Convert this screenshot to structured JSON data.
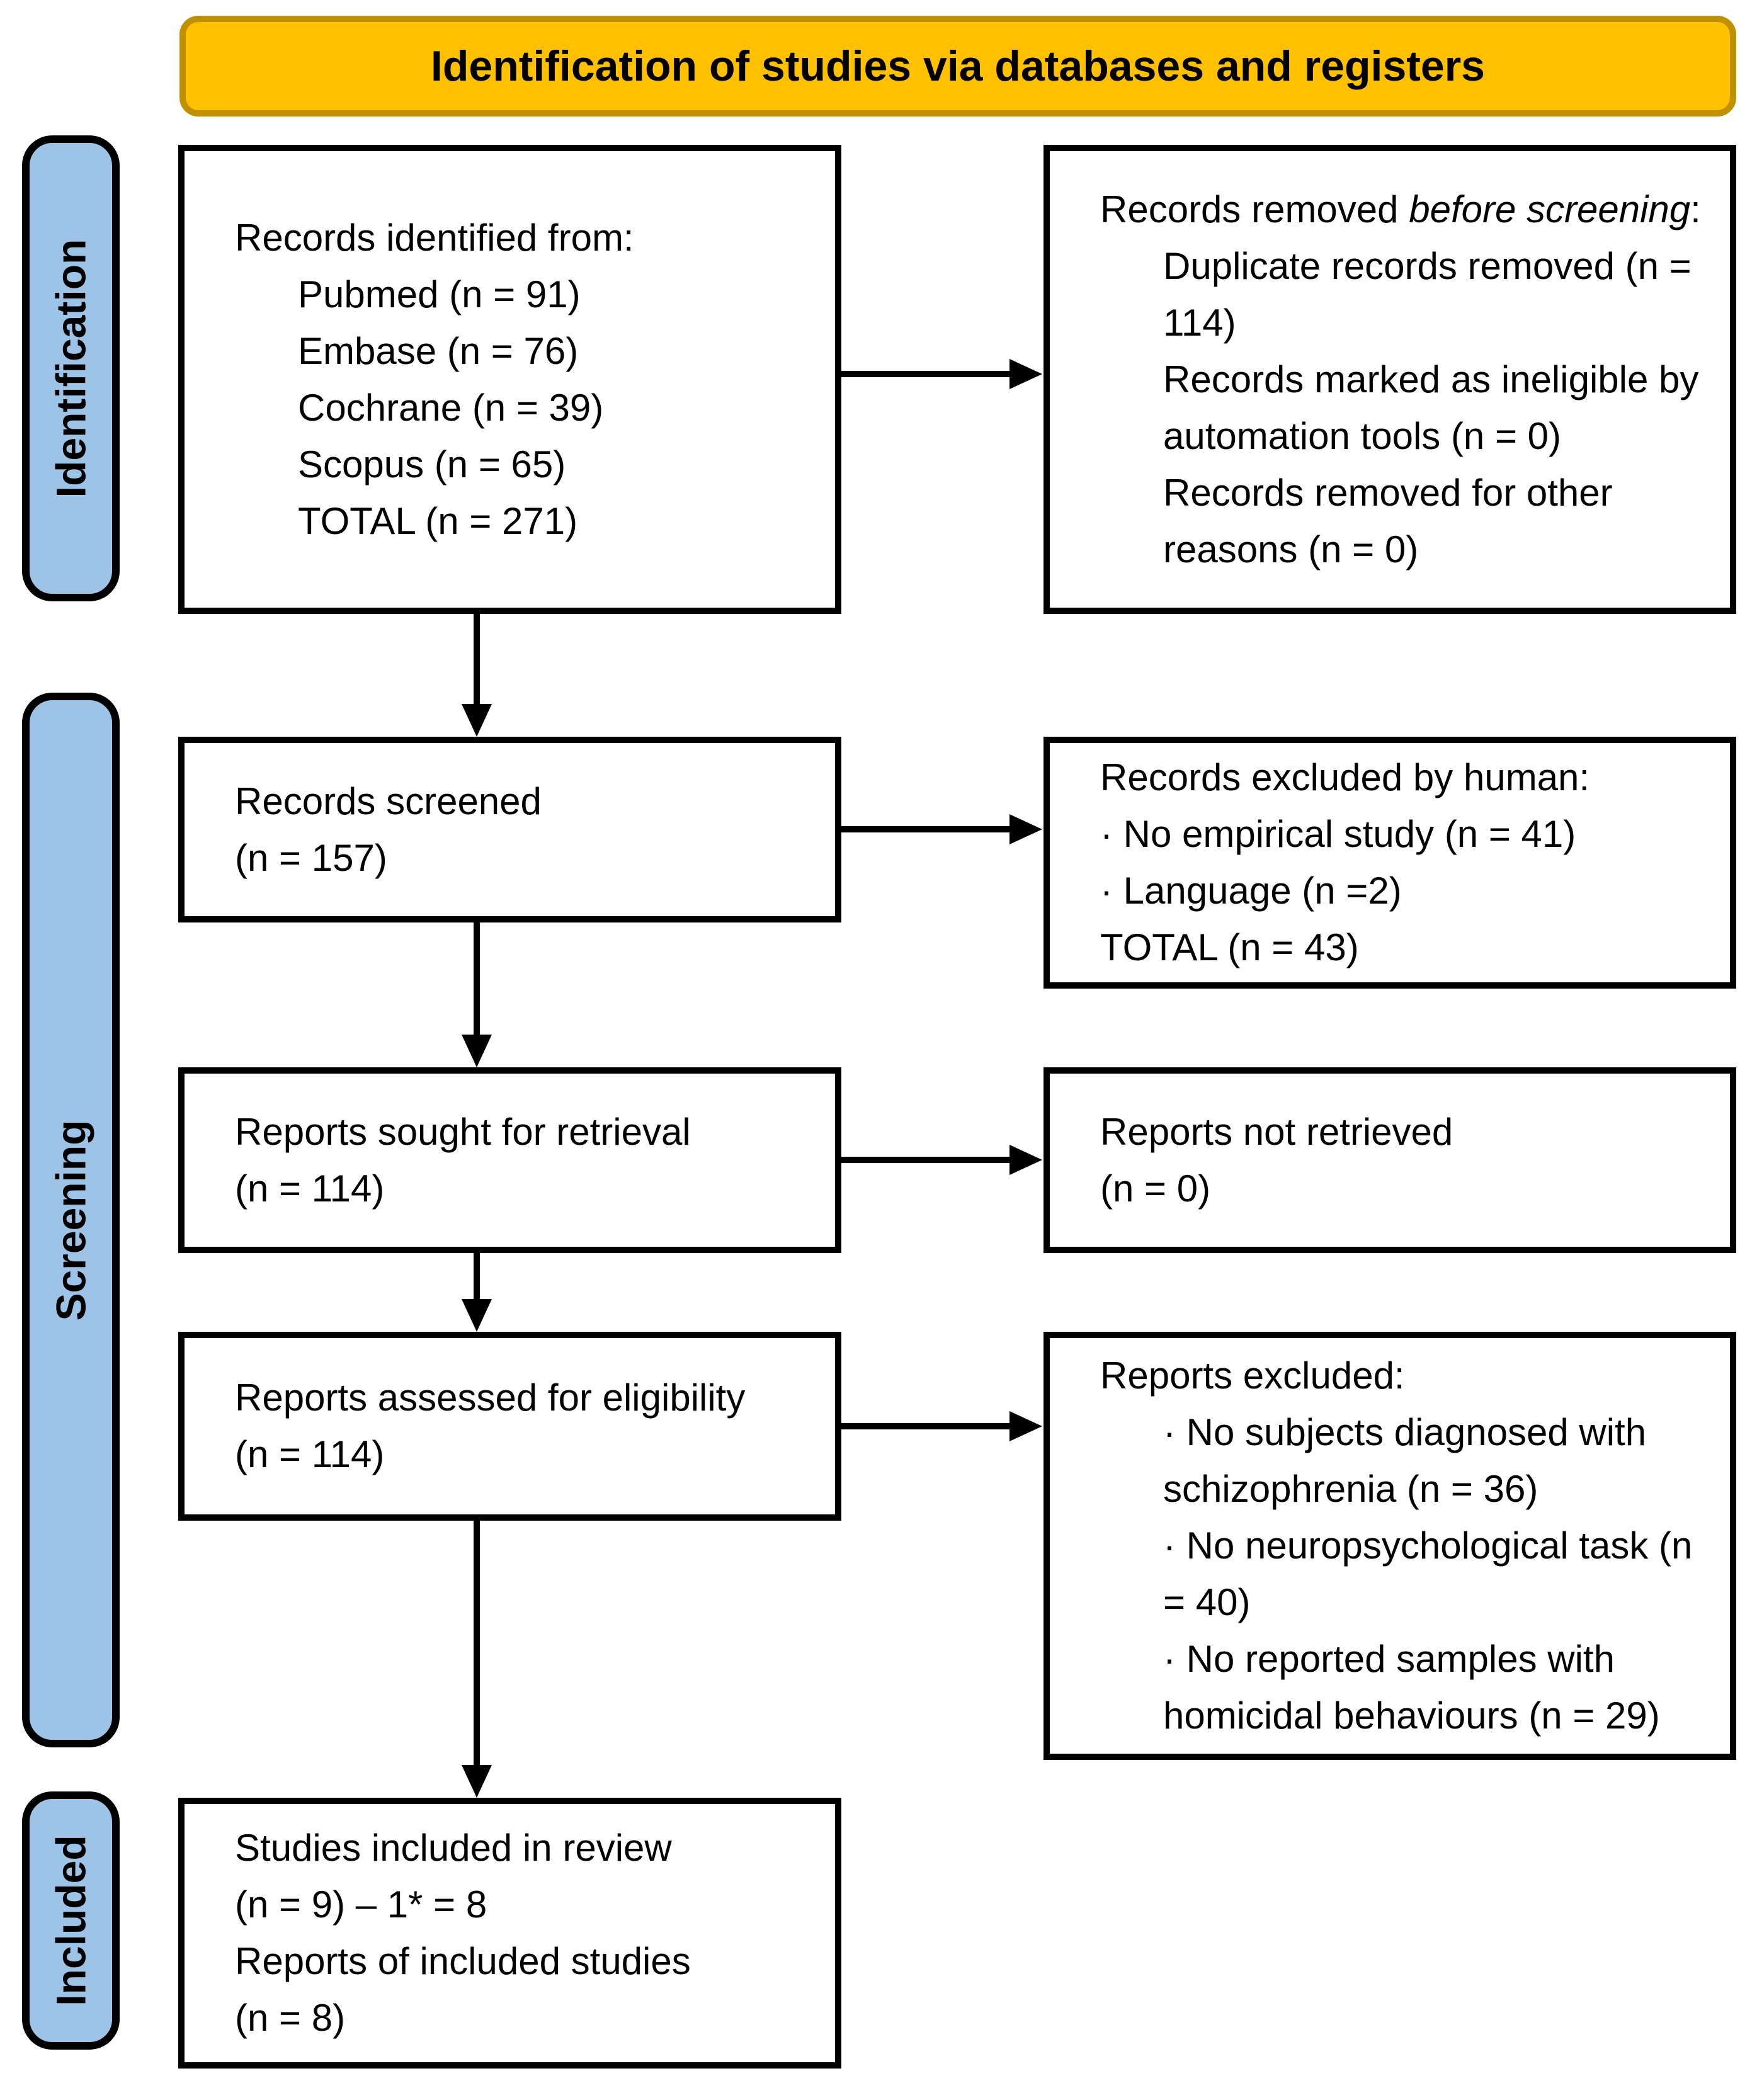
{
  "banner": {
    "title": "Identification of studies via databases and registers",
    "bg_color": "#FFC000",
    "border_color": "#BF9000"
  },
  "sidebar": {
    "bg_color": "#9DC3E6",
    "stages": [
      {
        "label": "Identification"
      },
      {
        "label": "Screening"
      },
      {
        "label": "Included"
      }
    ]
  },
  "boxes": {
    "records_identified": {
      "title": "Records identified from:",
      "items": [
        "Pubmed (n = 91)",
        "Embase (n = 76)",
        "Cochrane (n = 39)",
        "Scopus (n = 65)",
        "TOTAL (n = 271)"
      ]
    },
    "records_removed": {
      "title_prefix": "Records removed ",
      "title_italic": "before screening",
      "title_suffix": ":",
      "items": [
        "Duplicate records removed (n = 114)",
        "Records marked as ineligible by automation tools (n = 0)",
        "Records removed for other reasons (n = 0)"
      ]
    },
    "records_screened": {
      "lines": [
        "Records screened",
        "(n = 157)"
      ]
    },
    "records_excluded": {
      "title": "Records excluded by human:",
      "items": [
        "· No empirical study (n = 41)",
        "· Language (n =2)",
        "TOTAL (n = 43)"
      ]
    },
    "reports_sought": {
      "lines": [
        "Reports sought for retrieval",
        "(n = 114)"
      ]
    },
    "reports_not_retrieved": {
      "lines": [
        "Reports not retrieved",
        "(n = 0)"
      ]
    },
    "reports_assessed": {
      "lines": [
        "Reports assessed for eligibility",
        "(n = 114)"
      ]
    },
    "reports_excluded": {
      "title": "Reports excluded:",
      "items": [
        "· No subjects diagnosed with schizophrenia (n = 36)",
        "· No neuropsychological task (n = 40)",
        "· No reported samples with homicidal behaviours (n = 29)"
      ]
    },
    "studies_included": {
      "lines": [
        "Studies included in review",
        "(n = 9) – 1* = 8",
        "Reports of included studies",
        "(n = 8)"
      ]
    }
  }
}
